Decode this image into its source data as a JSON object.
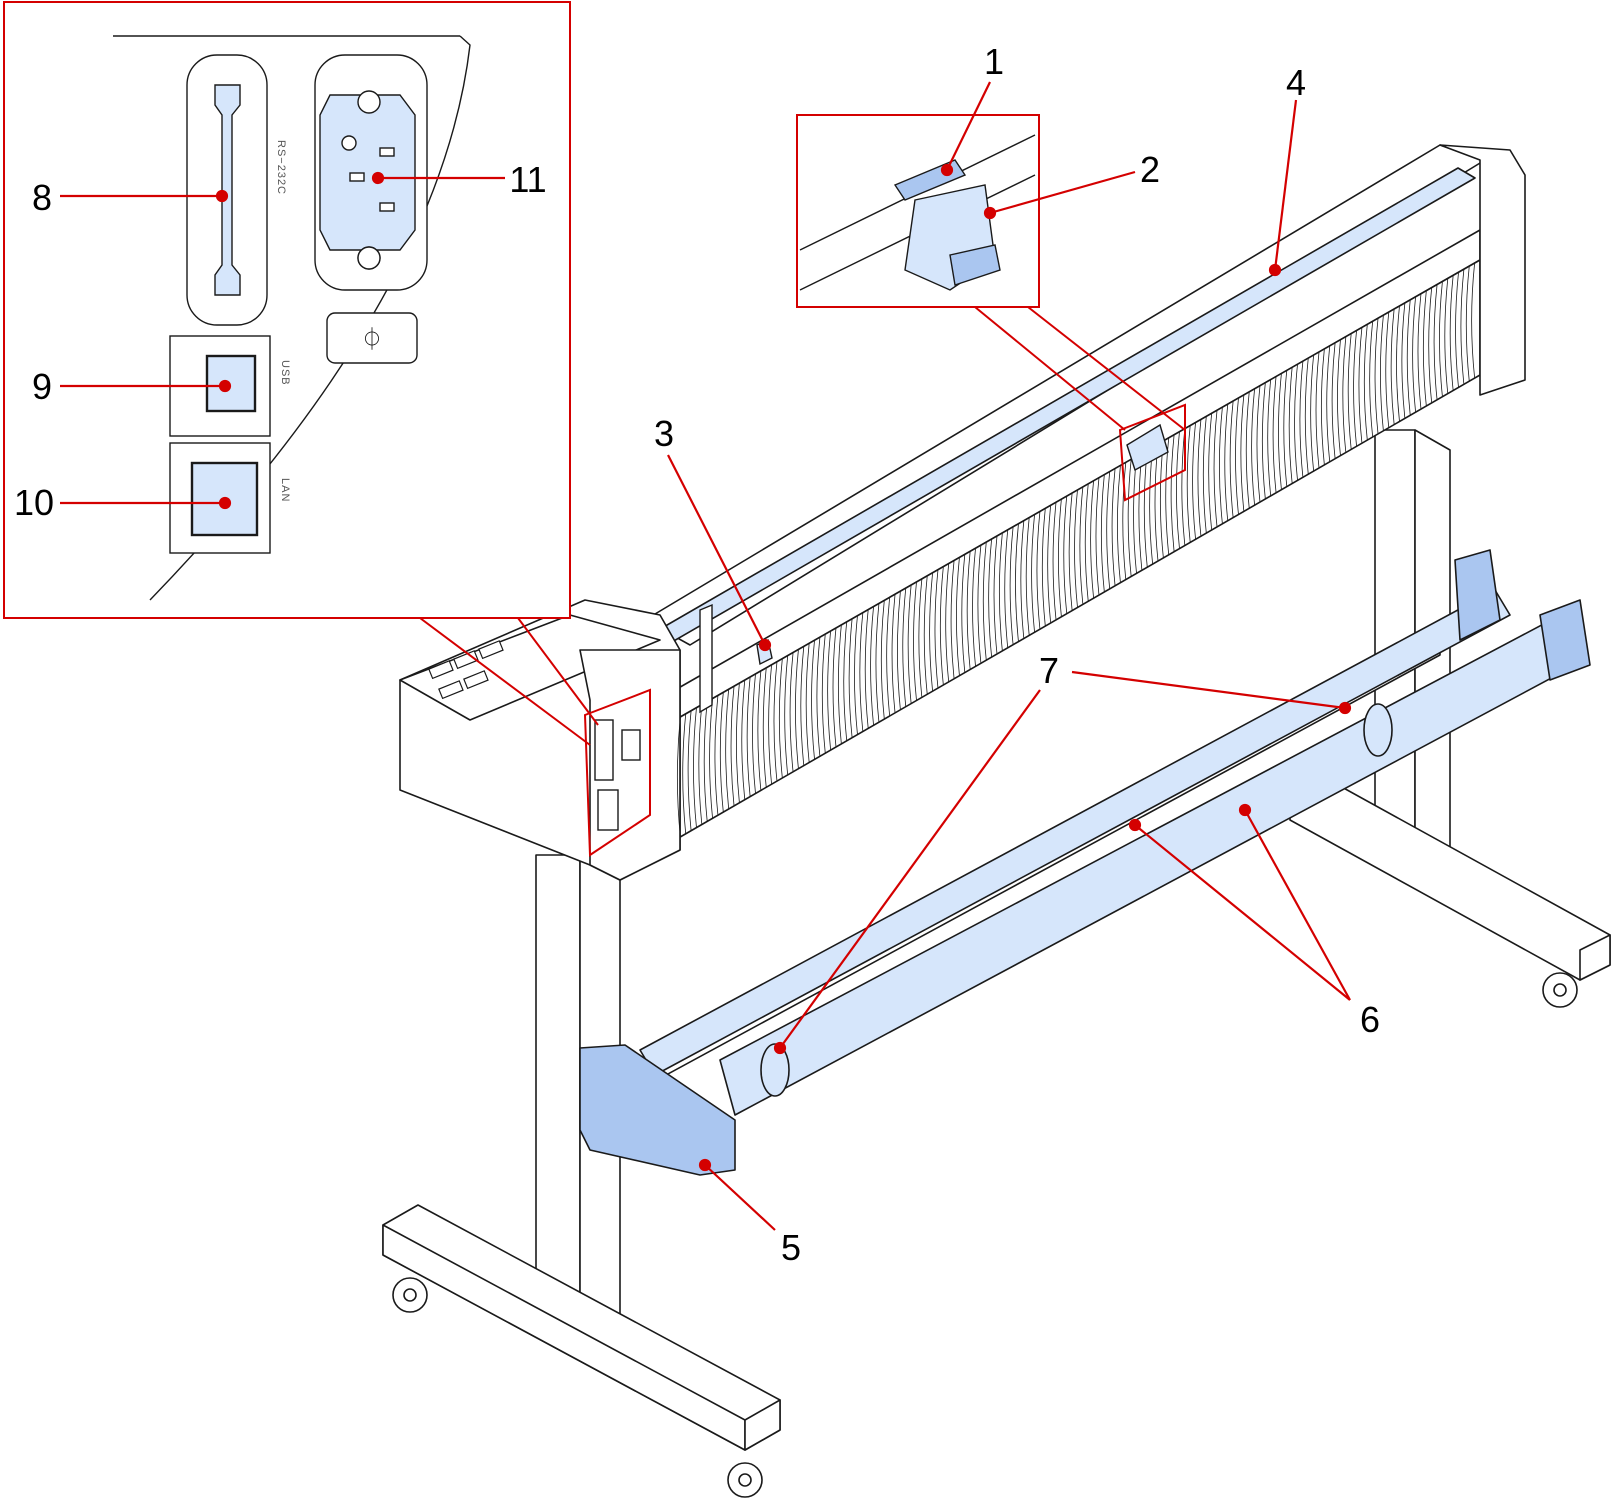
{
  "diagram": {
    "callouts": [
      {
        "id": "1",
        "label": "1"
      },
      {
        "id": "2",
        "label": "2"
      },
      {
        "id": "3",
        "label": "3"
      },
      {
        "id": "4",
        "label": "4"
      },
      {
        "id": "5",
        "label": "5"
      },
      {
        "id": "6",
        "label": "6"
      },
      {
        "id": "7",
        "label": "7"
      },
      {
        "id": "8",
        "label": "8"
      },
      {
        "id": "9",
        "label": "9"
      },
      {
        "id": "10",
        "label": "10"
      },
      {
        "id": "11",
        "label": "11"
      }
    ],
    "port_labels": {
      "serial": "RS−232C",
      "usb": "USB",
      "lan": "LAN"
    },
    "power_switch_symbol": "⏀"
  },
  "colors": {
    "callout_line": "#d40000",
    "highlight_fill": "#d6e6fb",
    "highlight_dark": "#aac6f0",
    "outline": "#1a1a1a"
  },
  "icons": [
    "crosshair-screw-icon",
    "power-switch-icon"
  ]
}
